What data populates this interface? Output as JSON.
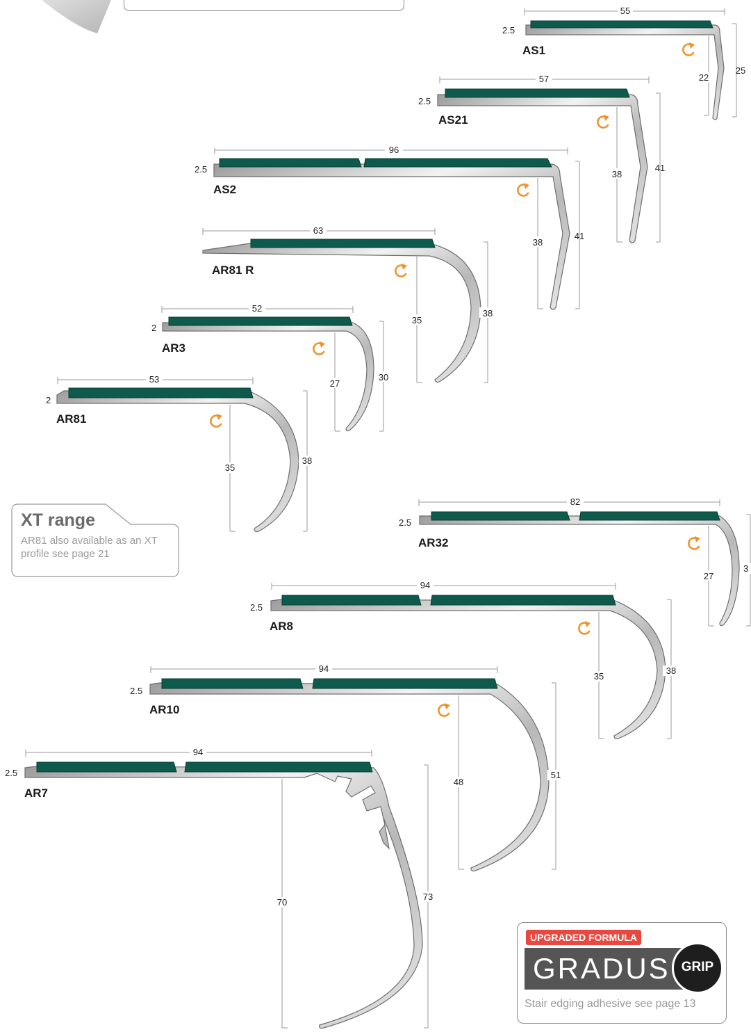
{
  "profiles": [
    {
      "name": "AS1",
      "width": "55",
      "thickness": "2.5",
      "inner_height": "22",
      "outer_height": "25",
      "inserts": 1
    },
    {
      "name": "AS21",
      "width": "57",
      "thickness": "2.5",
      "inner_height": "38",
      "outer_height": "41",
      "inserts": 1
    },
    {
      "name": "AS2",
      "width": "96",
      "thickness": "2.5",
      "inner_height": "38",
      "outer_height": "41",
      "inserts": 2
    },
    {
      "name": "AR81 R",
      "width": "63",
      "thickness": "",
      "inner_height": "35",
      "outer_height": "38",
      "inserts": 1
    },
    {
      "name": "AR3",
      "width": "52",
      "thickness": "2",
      "inner_height": "27",
      "outer_height": "30",
      "inserts": 1
    },
    {
      "name": "AR81",
      "width": "53",
      "thickness": "2",
      "inner_height": "35",
      "outer_height": "38",
      "inserts": 1
    },
    {
      "name": "AR32",
      "width": "82",
      "thickness": "2.5",
      "inner_height": "27",
      "outer_height": "3",
      "inserts": 2
    },
    {
      "name": "AR8",
      "width": "94",
      "thickness": "2.5",
      "inner_height": "35",
      "outer_height": "38",
      "inserts": 2
    },
    {
      "name": "AR10",
      "width": "94",
      "thickness": "2.5",
      "inner_height": "48",
      "outer_height": "51",
      "inserts": 2
    },
    {
      "name": "AR7",
      "width": "94",
      "thickness": "2.5",
      "inner_height": "70",
      "outer_height": "73",
      "inserts": 2
    }
  ],
  "xt_panel": {
    "title": "XT range",
    "body": "AR81 also available as an XT profile see page 21"
  },
  "gradus_panel": {
    "badge": "UPGRADED FORMULA",
    "brand": "GRADUS",
    "grip": "GRIP",
    "footer": "Stair edging adhesive see page 13"
  },
  "colors": {
    "insert": "#0e5a4c",
    "aluminium": "#c8c8c8",
    "rotate_icon": "#f0932b",
    "badge": "#e8483f",
    "gradus_bar": "#555555"
  },
  "icons": [
    "rotate-icon"
  ]
}
